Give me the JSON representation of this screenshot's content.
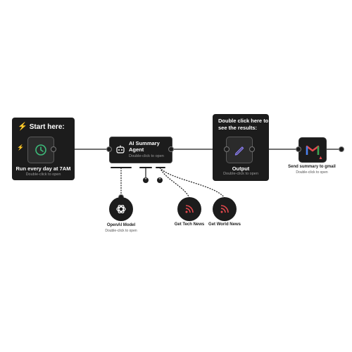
{
  "trigger": {
    "header": "Start here:",
    "title": "Run every day at 7AM",
    "subtitle": "Double-click to open"
  },
  "agent": {
    "title_line1": "AI Summary",
    "title_line2": "Agent",
    "subtitle": "Double-click to open"
  },
  "output_panel": {
    "header_line1": "Double click here to",
    "header_line2": "see the results:",
    "title": "Output",
    "subtitle": "Double-click to open"
  },
  "gmail": {
    "title": "Send summary to gmail",
    "subtitle": "Double-click to open"
  },
  "model": {
    "title": "OpenAI Model",
    "subtitle": "Double-click to open"
  },
  "tools": [
    {
      "title": "Get Tech News"
    },
    {
      "title": "Get World News"
    }
  ],
  "colors": {
    "node_bg": "#1c1c1c",
    "accent_green": "#3dbb7a",
    "accent_purple": "#8a7cf0",
    "accent_red": "#e5484d",
    "bolt": "#f5b83d"
  }
}
